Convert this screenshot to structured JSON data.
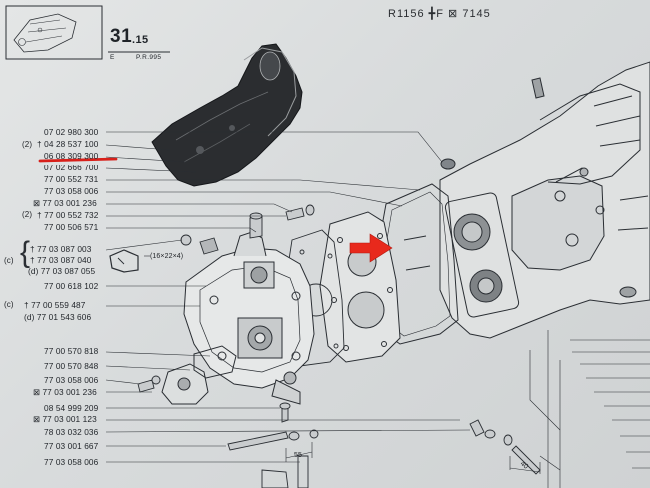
{
  "header": {
    "chapter_number": "31",
    "chapter_sub": ".15",
    "sub_label_left": "E",
    "sub_label_right": "P.R.995",
    "model_ref": "R1156 ╋F ⊠ 7145"
  },
  "parts": [
    {
      "mark": "",
      "ref": "07 02 980 300"
    },
    {
      "mark": "(2)",
      "ref": "† 04 28 537 100"
    },
    {
      "mark": "",
      "ref": "06 08 309 300"
    },
    {
      "mark": "",
      "ref": "07 02 666 700"
    },
    {
      "mark": "",
      "ref": "77 00 552 731"
    },
    {
      "mark": "",
      "ref": "77 03 058 006"
    },
    {
      "mark": "",
      "ref": "⊠ 77 03 001 236"
    },
    {
      "mark": "(2)",
      "ref": "† 77 00 552 732"
    },
    {
      "mark": "",
      "ref": "77 00 506 571"
    },
    {
      "mark": "(c)",
      "ref": "† 77 03 087 003"
    },
    {
      "mark": "",
      "ref": "† 77 03 087 040"
    },
    {
      "mark": "",
      "ref": "(d) 77 03 087 055"
    },
    {
      "mark": "",
      "ref": "77 00 618 102"
    },
    {
      "mark": "(c)",
      "ref": "† 77 00 559 487"
    },
    {
      "mark": "",
      "ref": "(d) 77 01 543 606"
    },
    {
      "mark": "",
      "ref": "77 00 570 818"
    },
    {
      "mark": "",
      "ref": "77 00 570 848"
    },
    {
      "mark": "",
      "ref": "77 03 058 006"
    },
    {
      "mark": "",
      "ref": "⊠ 77 03 001 236"
    },
    {
      "mark": "",
      "ref": "08 54 999 209"
    },
    {
      "mark": "",
      "ref": "⊠ 77 03 001 123"
    },
    {
      "mark": "",
      "ref": "78 03 032 036"
    },
    {
      "mark": "",
      "ref": "77 03 001 667"
    },
    {
      "mark": "",
      "ref": "77 03 058 006"
    }
  ],
  "dimensions": {
    "bracket_label": "(16×22×4)",
    "bolt_length_1": "55",
    "bolt_length_2": "40"
  },
  "colors": {
    "highlight_arrow": "#e8291c",
    "underline": "#d8201a"
  }
}
